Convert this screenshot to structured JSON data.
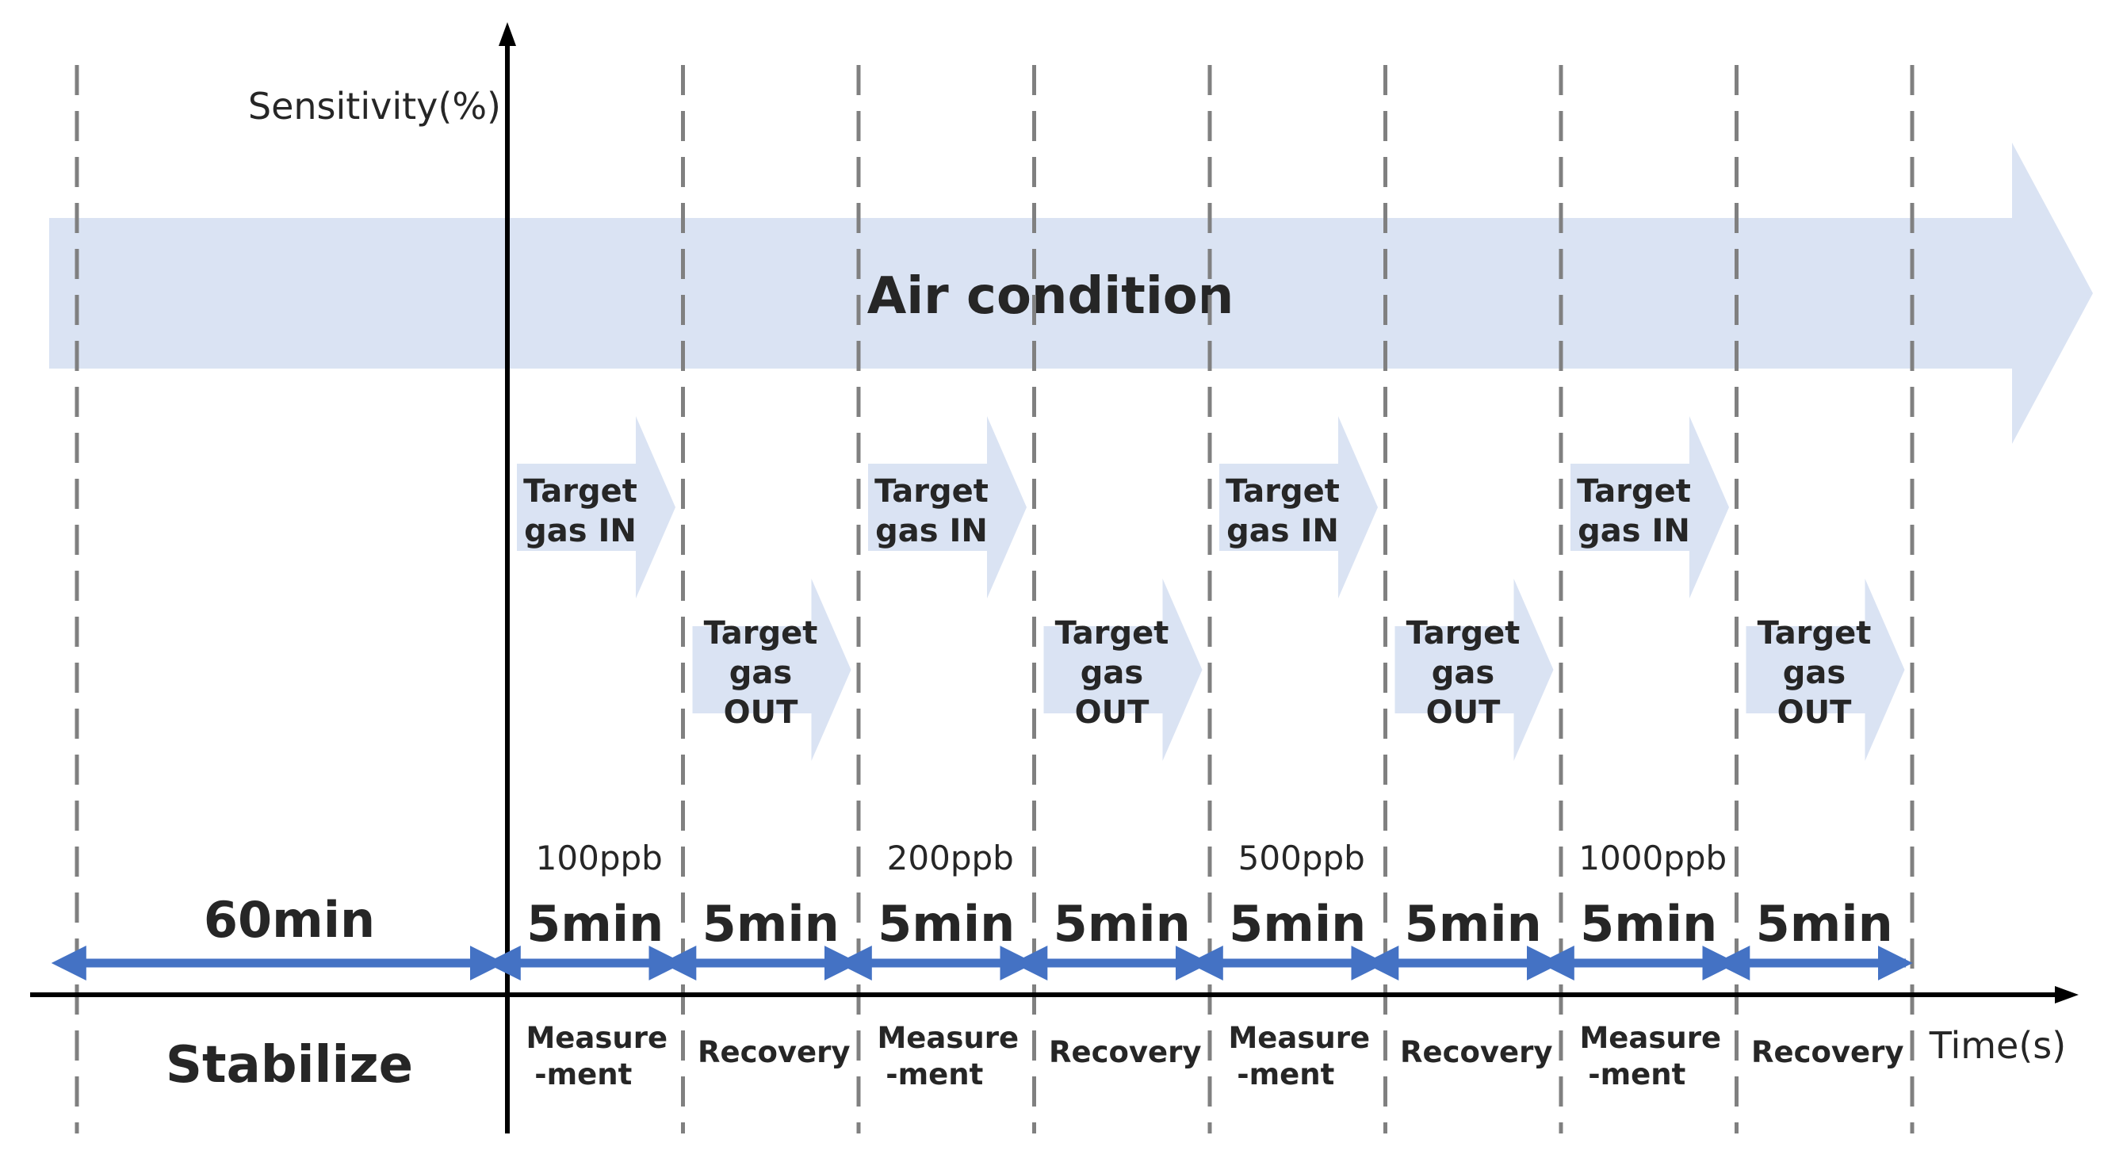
{
  "axes": {
    "y_label": "Sensitivity(%)",
    "x_label": "Time(s)"
  },
  "air_condition": {
    "label": "Air condition"
  },
  "stabilize": {
    "duration": "60min",
    "label": "Stabilize"
  },
  "gas_in": {
    "line1": "Target",
    "line2": "gas IN"
  },
  "gas_out": {
    "line1": "Target",
    "line2": "gas",
    "line3": "OUT"
  },
  "measurement_label": {
    "line1": "Measure",
    "line2": "-ment"
  },
  "recovery_label": "Recovery",
  "segments": [
    {
      "phase": "measurement",
      "duration": "5min",
      "concentration": "100ppb"
    },
    {
      "phase": "recovery",
      "duration": "5min"
    },
    {
      "phase": "measurement",
      "duration": "5min",
      "concentration": "200ppb"
    },
    {
      "phase": "recovery",
      "duration": "5min"
    },
    {
      "phase": "measurement",
      "duration": "5min",
      "concentration": "500ppb"
    },
    {
      "phase": "recovery",
      "duration": "5min"
    },
    {
      "phase": "measurement",
      "duration": "5min",
      "concentration": "1000ppb"
    },
    {
      "phase": "recovery",
      "duration": "5min"
    }
  ],
  "colors": {
    "light_blue": "#dae3f3",
    "arrow_blue": "#4472c4",
    "dashed_line": "#808080",
    "axis": "#000000",
    "text": "#262626"
  }
}
